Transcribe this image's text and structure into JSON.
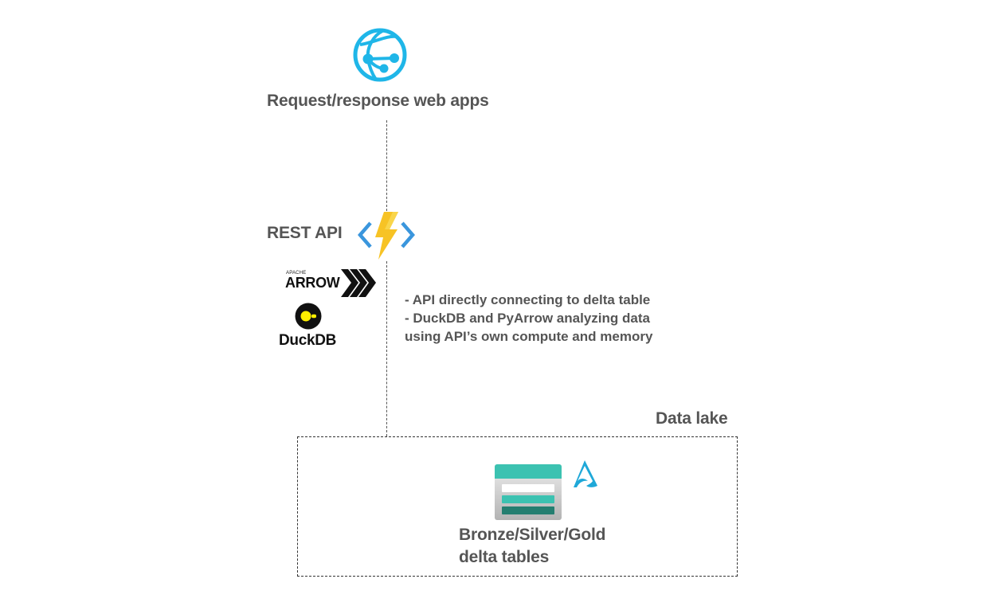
{
  "diagram": {
    "web_apps": {
      "icon": "web-app-globe-icon",
      "label": "Request/response web apps",
      "color": "#1FB6E8"
    },
    "api": {
      "label": "REST API",
      "icon": "azure-functions-icon",
      "bolt_color": "#F7C325",
      "bracket_color": "#3A96DD"
    },
    "libraries": [
      {
        "name": "arrow",
        "icon": "apache-arrow-logo",
        "small_text": "APACHE",
        "text": "ARROW"
      },
      {
        "name": "duckdb",
        "icon": "duckdb-logo",
        "text": "DuckDB",
        "accent": "#FFF000"
      }
    ],
    "notes": [
      "- API directly connecting to delta table",
      "- DuckDB and PyArrow analyzing data",
      "using API’s own compute and memory"
    ],
    "data_lake": {
      "title": "Data lake",
      "storage_icon": "storage-table-icon",
      "delta_icon": "delta-lake-icon",
      "tables_label_line1": "Bronze/Silver/Gold",
      "tables_label_line2": "delta tables",
      "teal": "#3CC2B1",
      "dark_teal": "#247E70"
    }
  }
}
